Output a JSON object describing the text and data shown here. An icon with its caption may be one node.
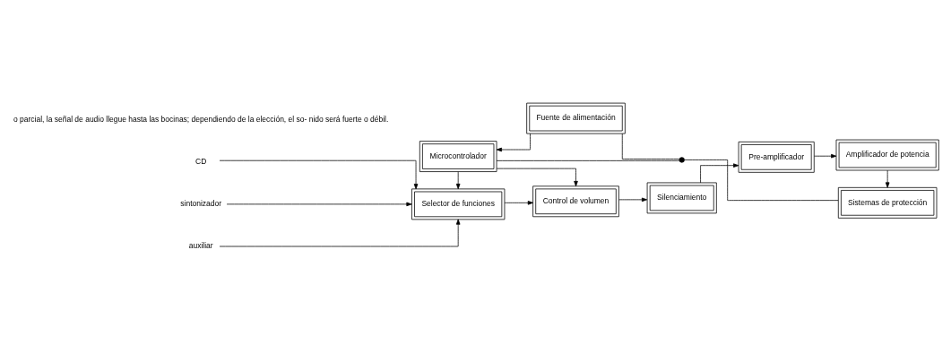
{
  "diagram": {
    "nodes": [
      {
        "text": [
          "CD"
        ]
      },
      {
        "text": [
          "sintonizador"
        ]
      },
      {
        "text": [
          "auxiliar"
        ]
      },
      {
        "text": [
          "Selector de funciones"
        ]
      },
      {
        "text": [
          "Control de volumen"
        ]
      },
      {
        "text": [
          "Silenciamiento"
        ]
      },
      {
        "text": [
          "Pre-amplificador"
        ]
      },
      {
        "text": [
          "Amplificador de potencia"
        ]
      },
      {
        "text": [
          "Sistemas de protección"
        ]
      },
      {
        "text": [
          "Microcontrolador"
        ]
      },
      {
        "text": [],
        "shape": "circle"
      },
      {
        "text": [
          "Fuente de alimentación"
        ]
      }
    ],
    "edges": [
      {
        "from": 0,
        "to": 3,
        "arrow": "to"
      },
      {
        "from": 1,
        "to": 3,
        "arrow": "to"
      },
      {
        "from": 2,
        "to": 3,
        "arrow": "to"
      },
      {
        "from": 3,
        "to": 4,
        "arrow": "to"
      },
      {
        "from": 4,
        "to": 5,
        "arrow": "to"
      },
      {
        "from": 5,
        "to": 6,
        "arrow": "to"
      },
      {
        "from": 6,
        "to": 7,
        "arrow": "to"
      },
      {
        "from": 7,
        "to": 8,
        "arrow": "to"
      },
      {
        "from": 9,
        "to": 3,
        "arrow": "to"
      },
      {
        "from": 9,
        "to": 4,
        "arrow": "to"
      },
      {
        "from": 9,
        "to": 10,
        "arrow": "none"
      },
      {
        "from": 10,
        "to": 8,
        "arrow": "none"
      },
      {
        "from": 11,
        "to": 10,
        "arrow": "none"
      },
      {
        "from": 11,
        "to": 9,
        "arrow": "to"
      }
    ],
    "labels": [
      "o parcial, la señal de audio llegue hasta las bocinas; dependiendo de la elección, el so- nido será fuerte o débil."
    ]
  }
}
